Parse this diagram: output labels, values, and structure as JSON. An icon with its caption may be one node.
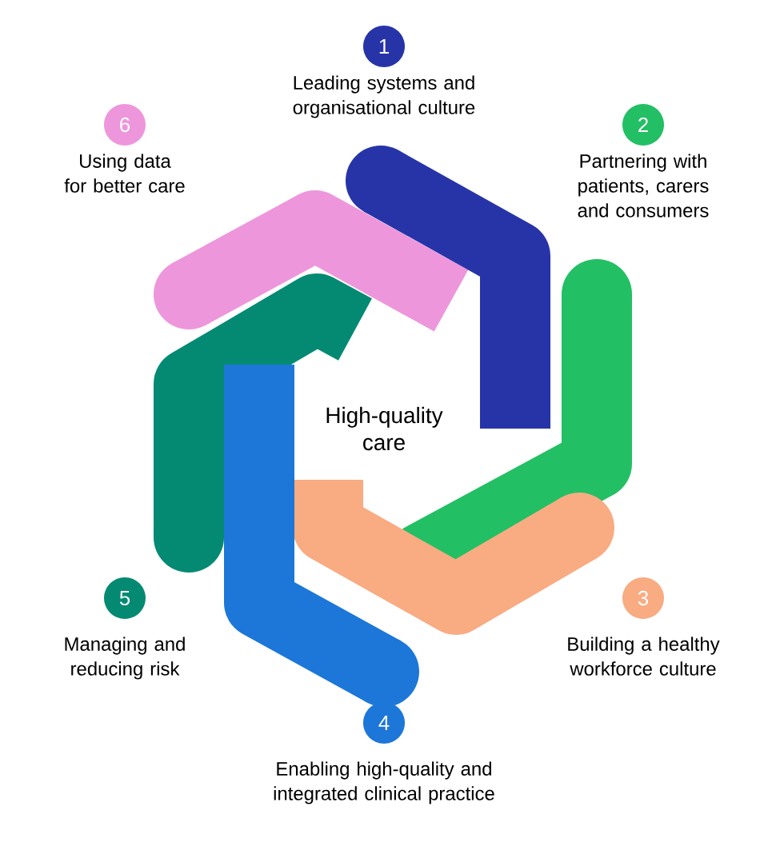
{
  "diagram": {
    "nodes": [
      {
        "text": [
          "1"
        ],
        "beside": [
          "Leading systems and organisational culture"
        ]
      },
      {
        "text": [
          "2"
        ],
        "beside": [
          "Partnering with patients, carers and consumers"
        ]
      },
      {
        "text": [
          "3"
        ],
        "beside": [
          "Building a healthy workforce culture"
        ]
      },
      {
        "text": [
          "4"
        ],
        "beside": [
          "Enabling high-quality and integrated clinical practice"
        ]
      },
      {
        "text": [
          "5"
        ],
        "beside": [
          "Managing and reducing risk"
        ]
      },
      {
        "text": [
          "6"
        ],
        "beside": [
          "Using data for better care"
        ]
      }
    ],
    "labels": [
      "High-quality care"
    ]
  }
}
